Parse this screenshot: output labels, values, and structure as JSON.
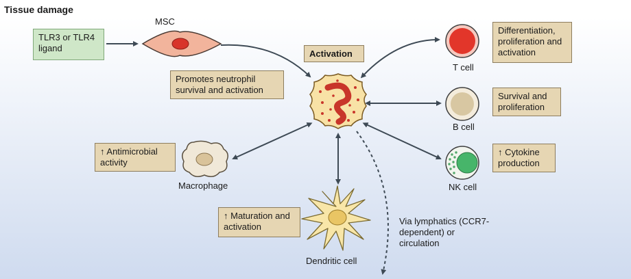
{
  "title": "Tissue damage",
  "stimulus": "TLR3 or TLR4 ligand",
  "msc_label": "MSC",
  "promotes": "Promotes neutrophil survival and activation",
  "activation": "Activation",
  "tcell": {
    "effect": "Differentiation, proliferation and activation",
    "label": "T cell"
  },
  "bcell": {
    "effect": "Survival and proliferation",
    "label": "B cell"
  },
  "nkcell": {
    "effect": "↑ Cytokine production",
    "label": "NK cell"
  },
  "macrophage": {
    "effect": "↑ Antimicrobial activity",
    "label": "Macrophage"
  },
  "dendritic": {
    "effect": "↑ Maturation and activation",
    "label": "Dendritic cell"
  },
  "migration": "Via lymphatics (CCR7-dependent) or circulation",
  "colors": {
    "tan_box": "#e6d6b3",
    "green_box": "#cfe7c8",
    "arrow": "#3e4a55"
  }
}
